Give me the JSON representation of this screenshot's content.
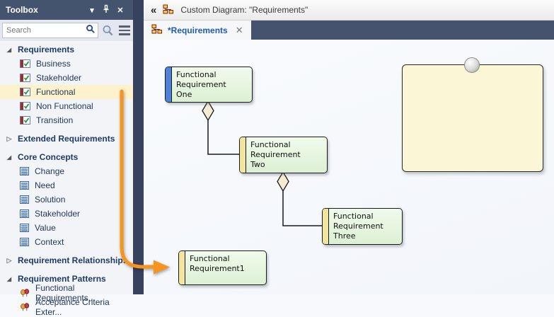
{
  "colors": {
    "accent_orange": "#F6941D",
    "selection_yellow": "#FCF2CC",
    "panel_header": "#44536E",
    "node_green": "#E8F6E0",
    "note_yellow": "#FBF6D5",
    "bar_blue": "#4F81D8",
    "bar_yellow": "#F2E5A0",
    "tab_text_blue": "#1F5BB5"
  },
  "toolbox": {
    "title": "Toolbox",
    "menu_glyph": "▾",
    "close_glyph": "✕",
    "search_placeholder": "Search",
    "sections": [
      {
        "label": "Requirements",
        "expanded": true,
        "items": [
          "Business",
          "Stakeholder",
          "Functional",
          "Non Functional",
          "Transition"
        ]
      },
      {
        "label": "Extended Requirements",
        "expanded": false,
        "items": []
      },
      {
        "label": "Core Concepts",
        "expanded": true,
        "items": [
          "Change",
          "Need",
          "Solution",
          "Stakeholder",
          "Value",
          "Context"
        ]
      },
      {
        "label": "Requirement Relationships",
        "expanded": false,
        "items": []
      },
      {
        "label": "Requirement Patterns",
        "expanded": true,
        "items": [
          "Functional Requirements...",
          "Acceptance Criteria Exter..."
        ]
      }
    ],
    "selected_item": "Functional",
    "expanded_glyph": "◢",
    "collapsed_glyph": "▷"
  },
  "breadcrumb": {
    "back_glyph": "«",
    "title": "Custom Diagram: \"Requirements\""
  },
  "tab": {
    "label": "*Requirements",
    "close_glyph": "✕"
  },
  "canvas": {
    "nodes": [
      {
        "name": "Functional Requirement One",
        "lines": [
          "Functional",
          "Requirement",
          "One"
        ]
      },
      {
        "name": "Functional Requirement Two",
        "lines": [
          "Functional",
          "Requirement",
          "Two"
        ]
      },
      {
        "name": "Functional Requirement Three",
        "lines": [
          "Functional",
          "Requirement",
          "Three"
        ]
      },
      {
        "name": "Functional Requirement1",
        "lines": [
          "Functional",
          "Requirement1"
        ]
      }
    ],
    "note_text": ""
  }
}
